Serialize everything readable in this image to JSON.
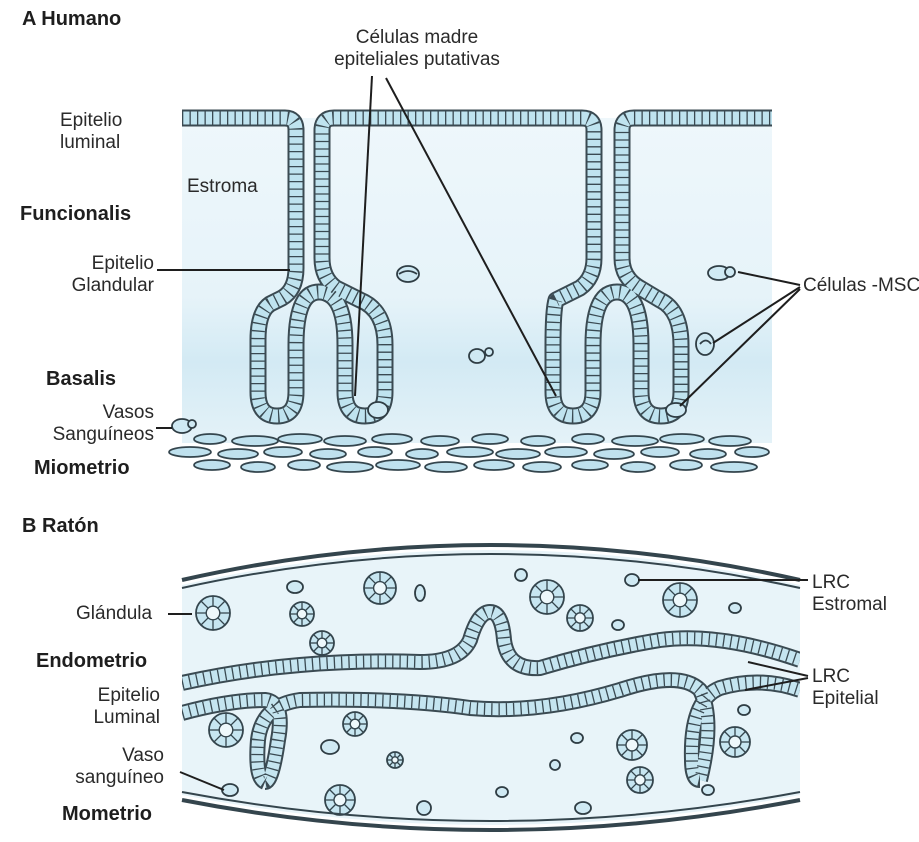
{
  "panel_a": {
    "title": "A Humano",
    "labels": {
      "putative_line1": "Células madre",
      "putative_line2": "epiteliales putativas",
      "luminal_line1": "Epitelio",
      "luminal_line2": "luminal",
      "stroma": "Estroma",
      "functionalis": "Funcionalis",
      "glandular_line1": "Epitelio",
      "glandular_line2": "Glandular",
      "msc": "Células -MSC",
      "basalis": "Basalis",
      "vessels_line1": "Vasos",
      "vessels_line2": "Sanguíneos",
      "myometrium": "Miometrio"
    }
  },
  "panel_b": {
    "title": "B Ratón",
    "labels": {
      "gland": "Glándula",
      "endometrium": "Endometrio",
      "luminal_line1": "Epitelio",
      "luminal_line2": "Luminal",
      "vessel_line1": "Vaso",
      "vessel_line2": "sanguíneo",
      "myometrium": "Mometrio",
      "lrc_stromal_line1": "LRC",
      "lrc_stromal_line2": "Estromal",
      "lrc_epithelial_line1": "LRC",
      "lrc_epithelial_line2": "Epitelial"
    }
  },
  "colors": {
    "epithelium_fill": "#cde8f1",
    "epithelium_stroke": "#3a4a52",
    "stroma": "#e9f4f9",
    "basalis": "#d7ecf5",
    "cell_fill": "#bfe2ee",
    "line": "#222222"
  }
}
